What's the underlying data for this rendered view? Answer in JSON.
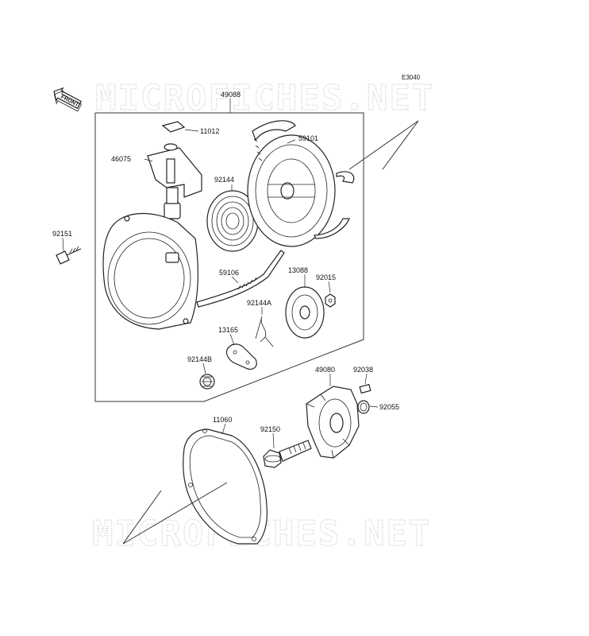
{
  "diagram": {
    "code": "E3040",
    "watermark": "MICROFICHES.NET",
    "front_badge": "FRONT",
    "parts": [
      {
        "id": "49088"
      },
      {
        "id": "11012"
      },
      {
        "id": "46075"
      },
      {
        "id": "92144"
      },
      {
        "id": "59101"
      },
      {
        "id": "92151"
      },
      {
        "id": "59106"
      },
      {
        "id": "13088"
      },
      {
        "id": "92015"
      },
      {
        "id": "92144A"
      },
      {
        "id": "13165"
      },
      {
        "id": "92144B"
      },
      {
        "id": "92038"
      },
      {
        "id": "49080"
      },
      {
        "id": "92055"
      },
      {
        "id": "11060"
      },
      {
        "id": "92150"
      }
    ]
  }
}
